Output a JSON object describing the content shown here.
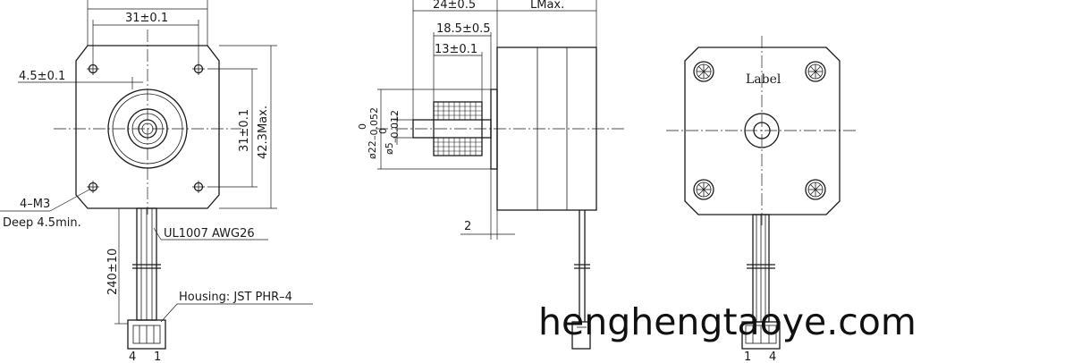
{
  "front_view": {
    "dim_hole_spacing_h": "31±0.1",
    "dim_hole_offset": "4.5±0.1",
    "dim_hole_spacing_v": "31±0.1",
    "dim_body_max": "42.3Max.",
    "thread_spec": "4–M3",
    "thread_depth": "Deep 4.5min.",
    "wire_spec": "UL1007  AWG26",
    "lead_length": "240±10",
    "housing_spec": "Housing: JST PHR–4",
    "pin_left": "4",
    "pin_right": "1"
  },
  "side_view": {
    "dim_total": "24±0.5",
    "dim_length": "LMax.",
    "dim_shaft_mid": "18.5±0.5",
    "dim_gear": "13±0.1",
    "dim_boss_dia": "ø22",
    "dim_boss_tol_upper": "0",
    "dim_boss_tol_lower": "–0.052",
    "dim_shaft_dia": "ø5",
    "dim_shaft_tol_upper": "0",
    "dim_shaft_tol_lower": "–0.012",
    "dim_flange": "2"
  },
  "rear_view": {
    "label_text": "Label",
    "pin_left": "1",
    "pin_right": "4"
  },
  "watermark": "henghengtaoye.com"
}
